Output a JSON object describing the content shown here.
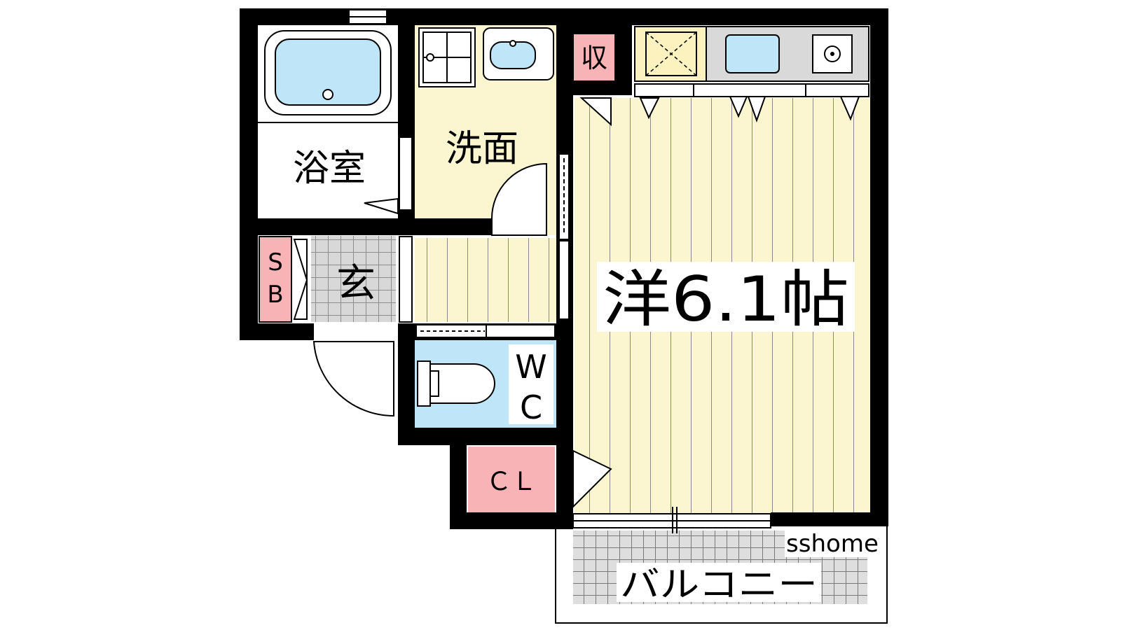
{
  "rooms": {
    "bath": "浴室",
    "washroom": "洗面",
    "storage": "収",
    "shoe_box": [
      "S",
      "B"
    ],
    "entrance": "玄",
    "toilet": [
      "W",
      "C"
    ],
    "closet": "ＣＬ",
    "western": "洋6.1帖",
    "balcony": "バルコニー"
  },
  "watermark": "sshome",
  "colors": {
    "wall": "#000000",
    "floor_wood": "#fbf6d0",
    "wash_floor": "#fbf6d0",
    "water": "#bfe6f8",
    "storage": "#f7b3b6",
    "kitchen": "#d9d9d9",
    "balcony_tile": "#dedede",
    "entrance_tile": "#d8d8d8"
  }
}
